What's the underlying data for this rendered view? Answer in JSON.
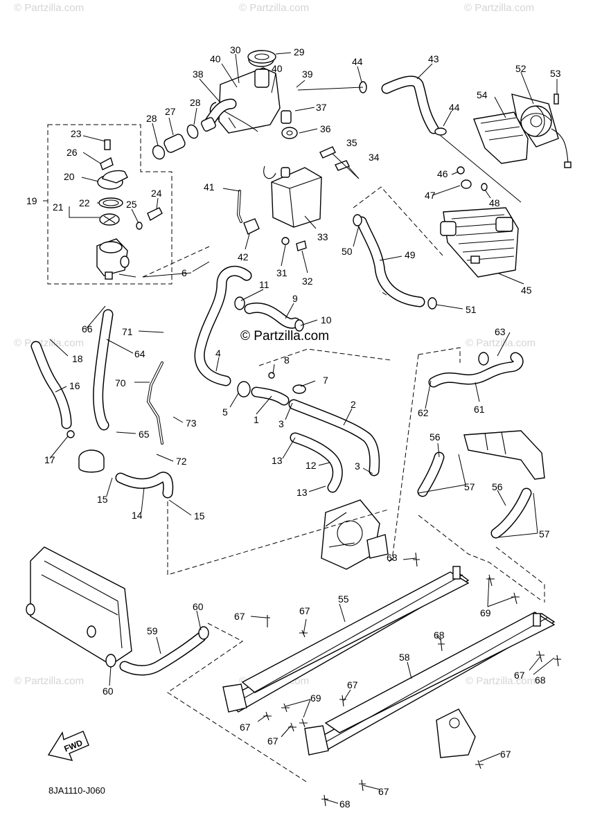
{
  "watermark": {
    "text": "© Partzilla.com"
  },
  "diagram_code": "8JA1110-J060",
  "fwd_label": "FWD",
  "callouts": [
    {
      "id": "c1",
      "label": "1"
    },
    {
      "id": "c2",
      "label": "2"
    },
    {
      "id": "c3a",
      "label": "3"
    },
    {
      "id": "c3b",
      "label": "3"
    },
    {
      "id": "c4",
      "label": "4"
    },
    {
      "id": "c5",
      "label": "5"
    },
    {
      "id": "c6",
      "label": "6"
    },
    {
      "id": "c7",
      "label": "7"
    },
    {
      "id": "c8",
      "label": "8"
    },
    {
      "id": "c9",
      "label": "9"
    },
    {
      "id": "c10",
      "label": "10"
    },
    {
      "id": "c11",
      "label": "11"
    },
    {
      "id": "c12",
      "label": "12"
    },
    {
      "id": "c13a",
      "label": "13"
    },
    {
      "id": "c13b",
      "label": "13"
    },
    {
      "id": "c14",
      "label": "14"
    },
    {
      "id": "c15a",
      "label": "15"
    },
    {
      "id": "c15b",
      "label": "15"
    },
    {
      "id": "c16",
      "label": "16"
    },
    {
      "id": "c17",
      "label": "17"
    },
    {
      "id": "c18",
      "label": "18"
    },
    {
      "id": "c19",
      "label": "19"
    },
    {
      "id": "c20",
      "label": "20"
    },
    {
      "id": "c21",
      "label": "21"
    },
    {
      "id": "c22",
      "label": "22"
    },
    {
      "id": "c23",
      "label": "23"
    },
    {
      "id": "c24",
      "label": "24"
    },
    {
      "id": "c25",
      "label": "25"
    },
    {
      "id": "c26",
      "label": "26"
    },
    {
      "id": "c27",
      "label": "27"
    },
    {
      "id": "c28a",
      "label": "28"
    },
    {
      "id": "c28b",
      "label": "28"
    },
    {
      "id": "c29",
      "label": "29"
    },
    {
      "id": "c30",
      "label": "30"
    },
    {
      "id": "c31",
      "label": "31"
    },
    {
      "id": "c32",
      "label": "32"
    },
    {
      "id": "c33",
      "label": "33"
    },
    {
      "id": "c34",
      "label": "34"
    },
    {
      "id": "c35",
      "label": "35"
    },
    {
      "id": "c36",
      "label": "36"
    },
    {
      "id": "c37",
      "label": "37"
    },
    {
      "id": "c38",
      "label": "38"
    },
    {
      "id": "c39",
      "label": "39"
    },
    {
      "id": "c40a",
      "label": "40"
    },
    {
      "id": "c40b",
      "label": "40"
    },
    {
      "id": "c41",
      "label": "41"
    },
    {
      "id": "c42",
      "label": "42"
    },
    {
      "id": "c43",
      "label": "43"
    },
    {
      "id": "c44a",
      "label": "44"
    },
    {
      "id": "c44b",
      "label": "44"
    },
    {
      "id": "c45",
      "label": "45"
    },
    {
      "id": "c46",
      "label": "46"
    },
    {
      "id": "c47",
      "label": "47"
    },
    {
      "id": "c48",
      "label": "48"
    },
    {
      "id": "c49",
      "label": "49"
    },
    {
      "id": "c50",
      "label": "50"
    },
    {
      "id": "c51",
      "label": "51"
    },
    {
      "id": "c52",
      "label": "52"
    },
    {
      "id": "c53",
      "label": "53"
    },
    {
      "id": "c54",
      "label": "54"
    },
    {
      "id": "c55",
      "label": "55"
    },
    {
      "id": "c56a",
      "label": "56"
    },
    {
      "id": "c56b",
      "label": "56"
    },
    {
      "id": "c57a",
      "label": "57"
    },
    {
      "id": "c57b",
      "label": "57"
    },
    {
      "id": "c58",
      "label": "58"
    },
    {
      "id": "c59",
      "label": "59"
    },
    {
      "id": "c60a",
      "label": "60"
    },
    {
      "id": "c60b",
      "label": "60"
    },
    {
      "id": "c61",
      "label": "61"
    },
    {
      "id": "c62",
      "label": "62"
    },
    {
      "id": "c63",
      "label": "63"
    },
    {
      "id": "c64",
      "label": "64"
    },
    {
      "id": "c65",
      "label": "65"
    },
    {
      "id": "c66",
      "label": "66"
    },
    {
      "id": "c67a",
      "label": "67"
    },
    {
      "id": "c67b",
      "label": "67"
    },
    {
      "id": "c67c",
      "label": "67"
    },
    {
      "id": "c67d",
      "label": "67"
    },
    {
      "id": "c67e",
      "label": "67"
    },
    {
      "id": "c67f",
      "label": "67"
    },
    {
      "id": "c67g",
      "label": "67"
    },
    {
      "id": "c67h",
      "label": "67"
    },
    {
      "id": "c68a",
      "label": "68"
    },
    {
      "id": "c68b",
      "label": "68"
    },
    {
      "id": "c68c",
      "label": "68"
    },
    {
      "id": "c68d",
      "label": "68"
    },
    {
      "id": "c69a",
      "label": "69"
    },
    {
      "id": "c69b",
      "label": "69"
    },
    {
      "id": "c70",
      "label": "70"
    },
    {
      "id": "c71",
      "label": "71"
    },
    {
      "id": "c72",
      "label": "72"
    },
    {
      "id": "c73",
      "label": "73"
    }
  ]
}
